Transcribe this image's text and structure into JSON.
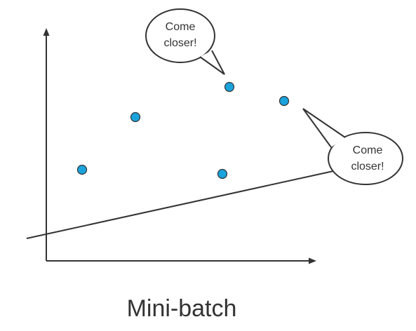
{
  "diagram": {
    "caption": "Mini-batch",
    "bubbles": [
      {
        "lines": [
          "Come",
          "closer!"
        ]
      },
      {
        "lines": [
          "Come",
          "closer!"
        ]
      }
    ],
    "point_count": 5
  },
  "colors": {
    "point_fill": "#1aa3dc",
    "stroke": "#333333",
    "text": "#333333",
    "background": "#ffffff"
  }
}
